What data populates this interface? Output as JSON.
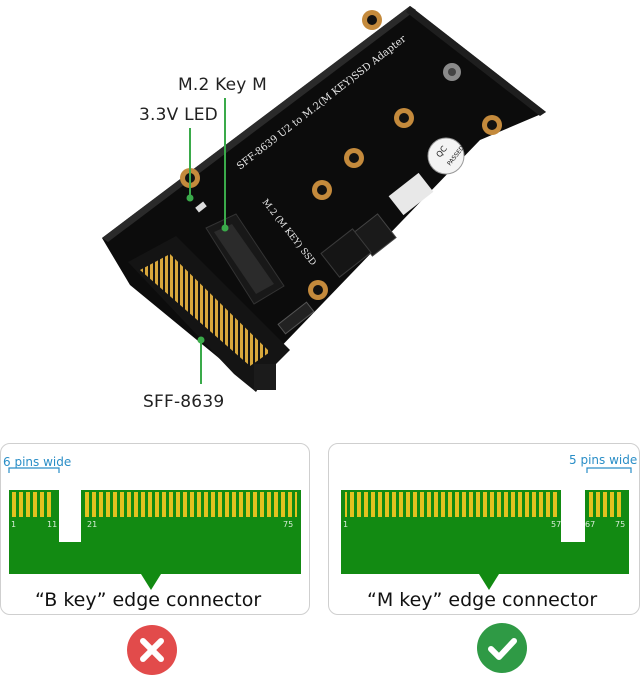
{
  "callouts": {
    "m2_key_m": "M.2 Key M",
    "led": "3.3V LED",
    "sff": "SFF-8639"
  },
  "board": {
    "silkscreen_title": "SFF-8639 U2 to M.2(M KEY)SSD Adapter",
    "socket_label": "M.2 (M KEY) SSD",
    "qc_top": "QC",
    "qc_bottom": "PASSED"
  },
  "b_key_panel": {
    "width_note": "6 pins wide",
    "pins": [
      "1",
      "11",
      "21",
      "75"
    ],
    "caption": "“B key”  edge connector",
    "verdict": "incorrect",
    "verdict_icon": "cross-icon"
  },
  "m_key_panel": {
    "width_note": "5 pins wide",
    "pins": [
      "1",
      "57",
      "67",
      "75"
    ],
    "caption": "“M key”  edge connector",
    "verdict": "correct",
    "verdict_icon": "checkmark-icon"
  },
  "colors": {
    "pcb": "#0d0d0d",
    "gold": "#d6a63a",
    "connector_green": "#128a12",
    "led_leader": "#3aaa4a",
    "cross_red": "#e24b4b",
    "check_green": "#2f9a45",
    "note_blue": "#2a8ec7"
  }
}
